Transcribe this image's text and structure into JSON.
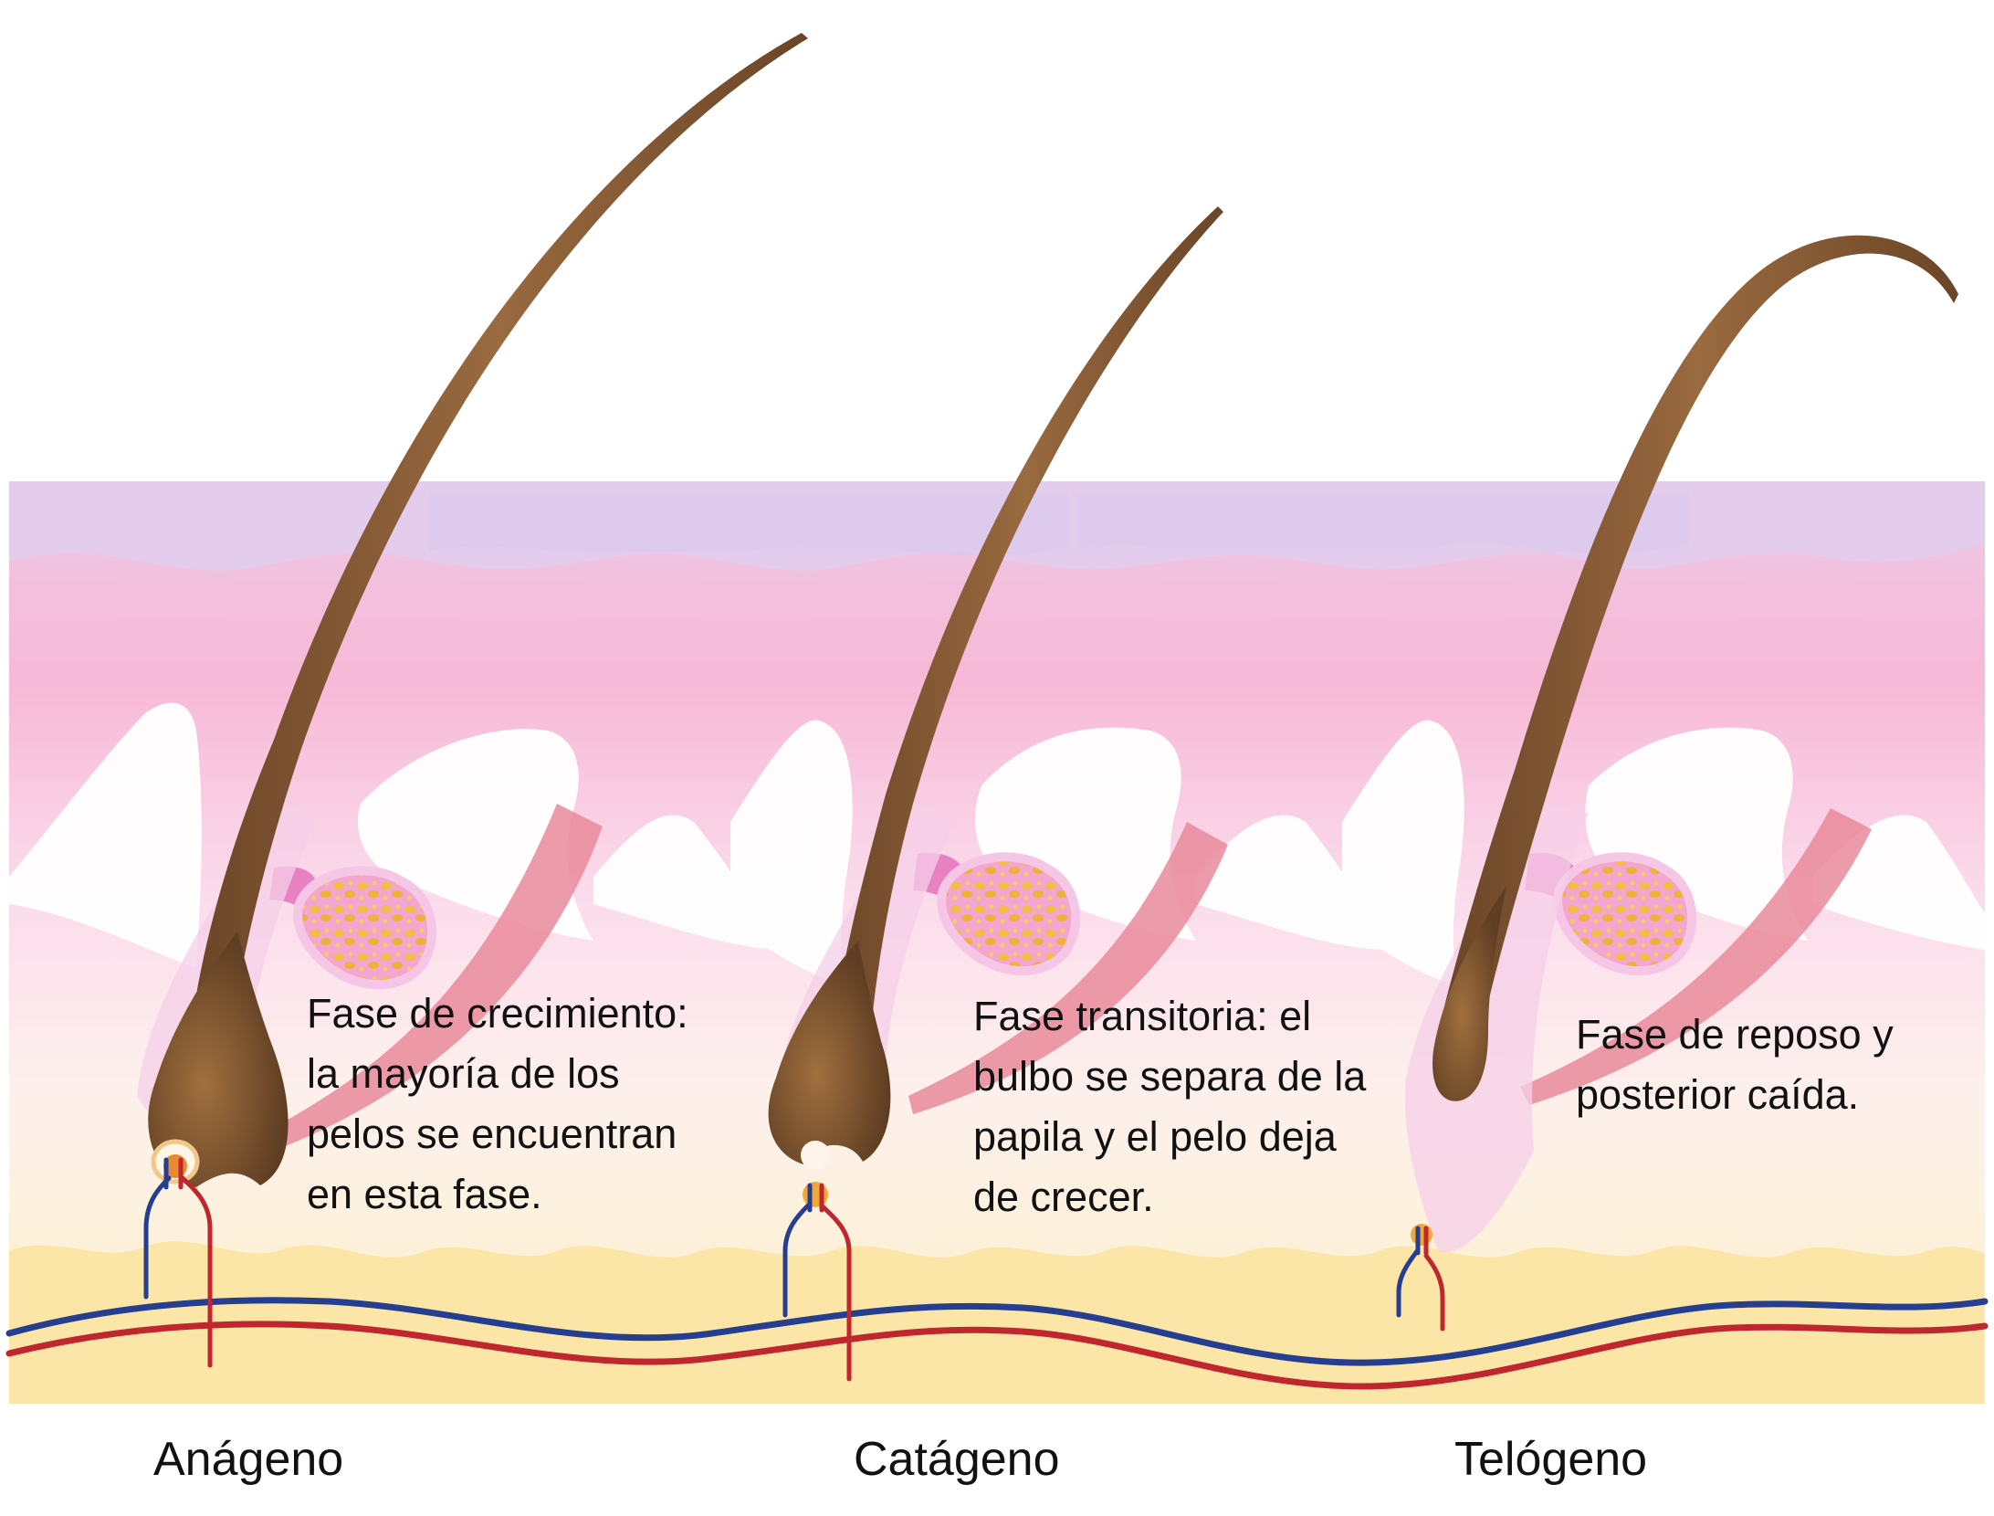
{
  "diagram": {
    "phases": [
      {
        "label": "Anágeno",
        "description": "Fase de crecimiento:\nla mayoría de los\npelos se encuentran\nen esta fase."
      },
      {
        "label": "Catágeno",
        "description": "Fase transitoria: el\nbulbo se separa de la\npapila y el pelo deja\nde crecer."
      },
      {
        "label": "Telógeno",
        "description": "Fase de reposo y\nposterior caída."
      }
    ],
    "colors": {
      "hair": "#7a5230",
      "epidermis": "#e8d2ee",
      "dermis_pink": "#f5b7d5",
      "fat_layer": "#fbe7a6",
      "sebaceous_gland": "#f0b84a",
      "artery": "#c0262d",
      "vein": "#253e8f"
    }
  }
}
